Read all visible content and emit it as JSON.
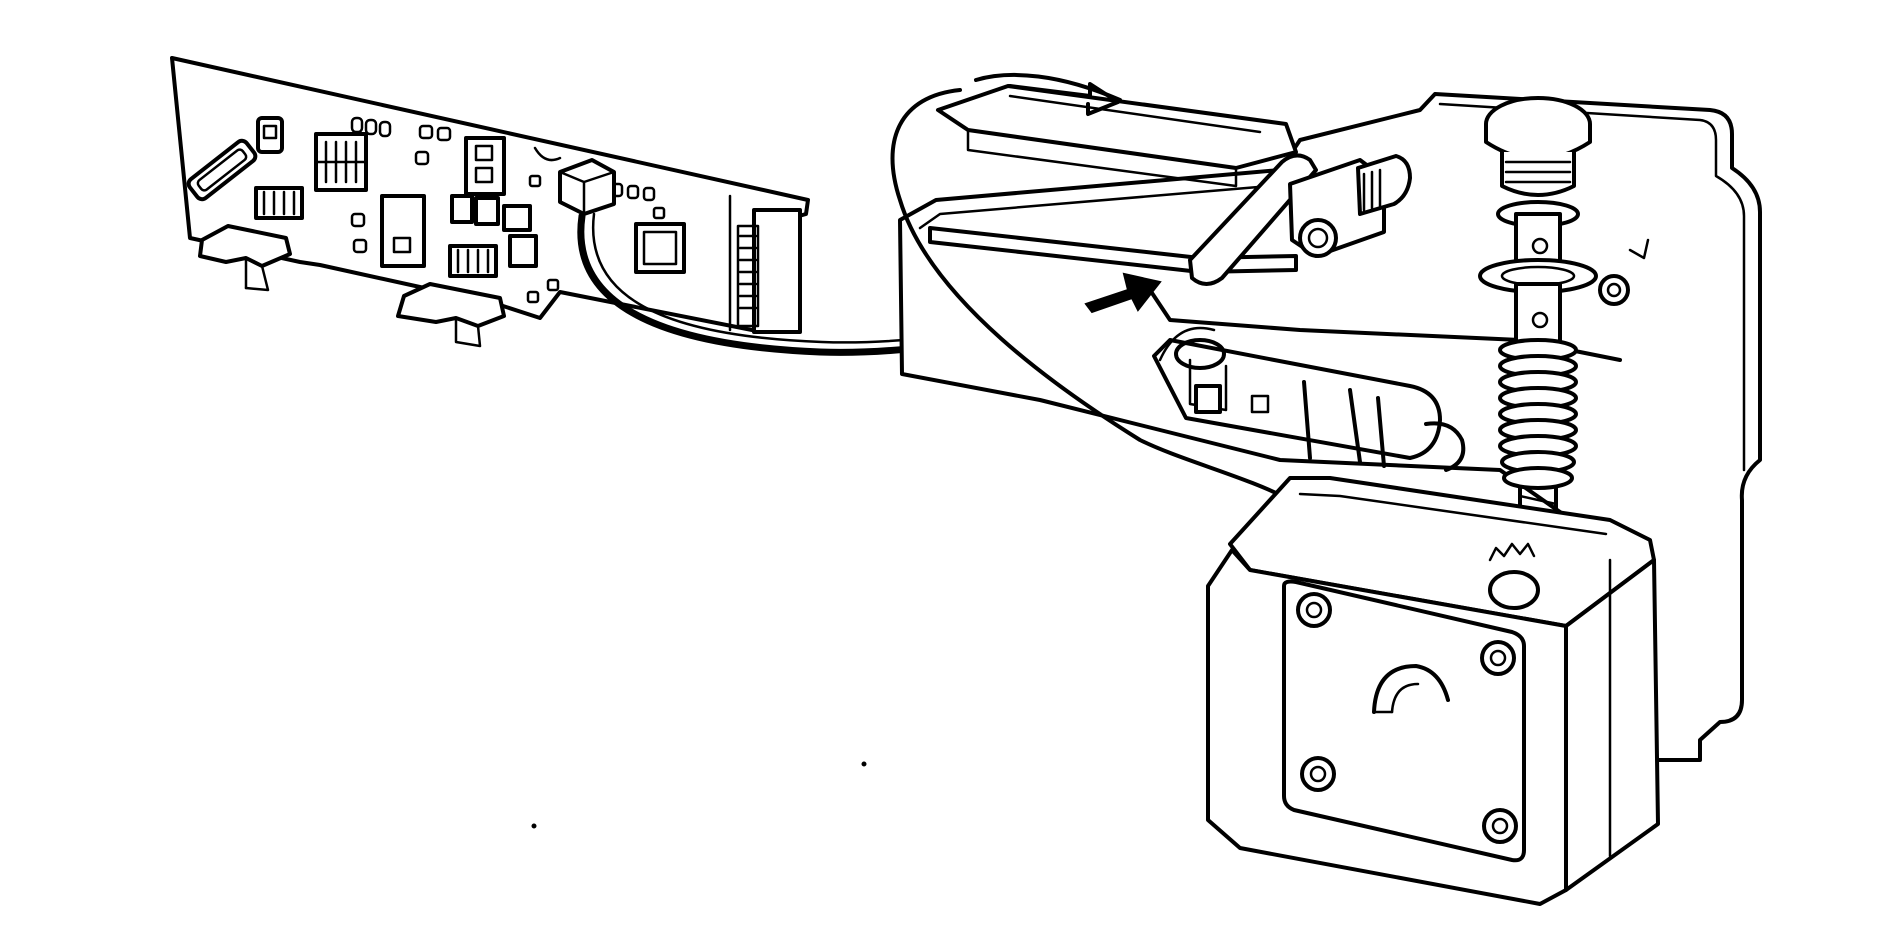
{
  "figure": {
    "kind": "technical-line-drawing",
    "components": [
      "circuit-board",
      "connector-cable",
      "stepper-motor",
      "drive-housing",
      "lead-screw",
      "carriage-slide",
      "motion-arrow",
      "insertion-arrow"
    ]
  },
  "colors": {
    "ink": "#000000",
    "paper": "#ffffff"
  }
}
